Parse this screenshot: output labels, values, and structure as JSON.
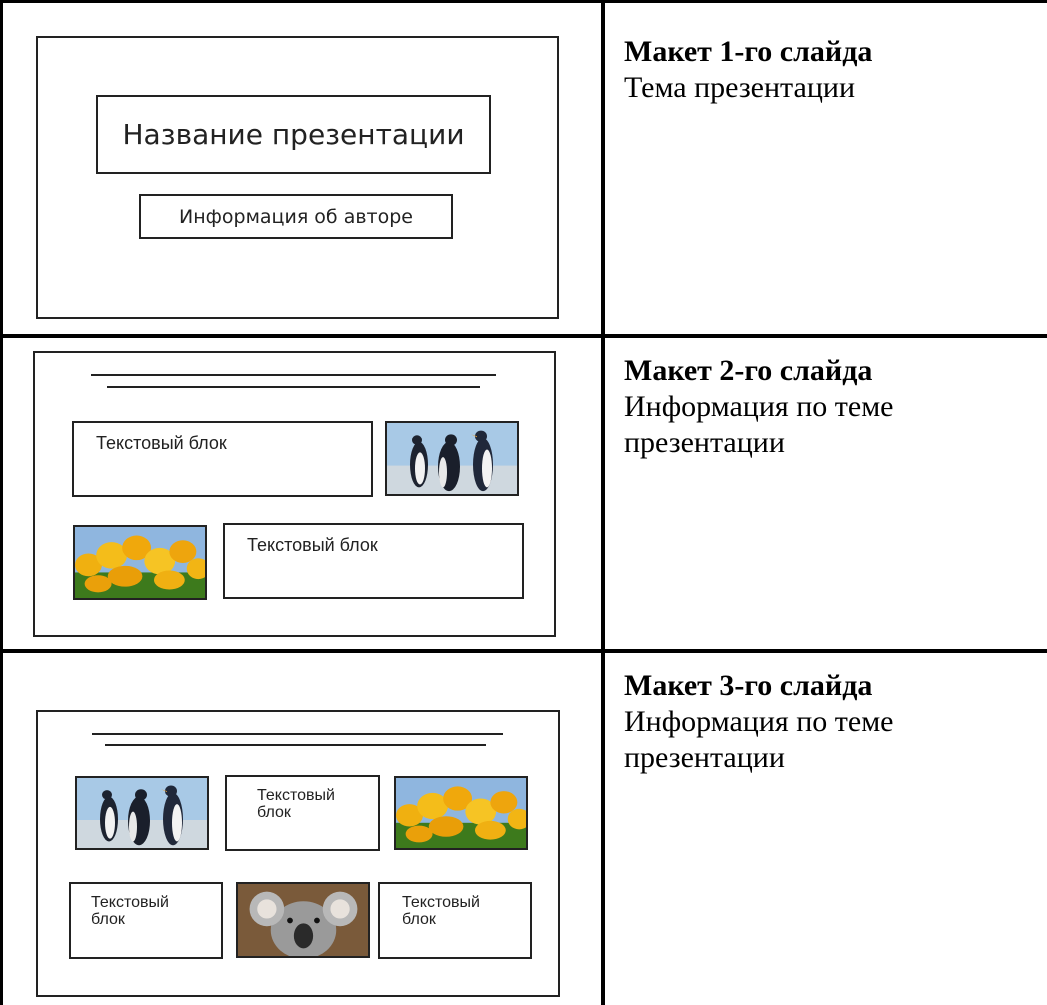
{
  "rows": [
    {
      "heading": "Макет 1-го слайда",
      "description": "Тема презентации",
      "slide": {
        "title_block": "Название презентации",
        "author_block": "Информация об авторе"
      }
    },
    {
      "heading": "Макет 2-го слайда",
      "description_lines": [
        "Информация по теме",
        "презентации"
      ],
      "slide": {
        "text_block_1": "Текстовый блок",
        "text_block_2": "Текстовый блок",
        "images": [
          "penguins-image",
          "tulips-image"
        ]
      }
    },
    {
      "heading": "Макет 3-го слайда",
      "description_lines": [
        "Информация по теме",
        "презентации"
      ],
      "slide": {
        "text_block_top": [
          "Текстовый",
          "блок"
        ],
        "text_block_bottom_left": [
          "Текстовый",
          "блок"
        ],
        "text_block_bottom_right": [
          "Текстовый",
          "блок"
        ],
        "images": [
          "penguins-image",
          "tulips-image",
          "koala-image"
        ]
      }
    }
  ],
  "colors": {
    "border": "#000000",
    "slide_border": "#222222",
    "sky": "#9fc3e4",
    "tulip": "#f2b511",
    "grass": "#3f7a1e",
    "koala": "#8a8a8a"
  }
}
